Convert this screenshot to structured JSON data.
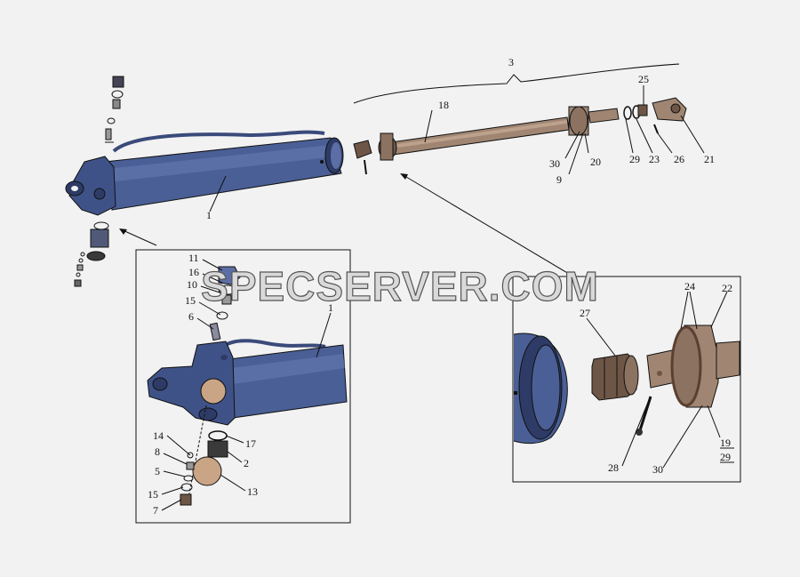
{
  "watermark": "SPECSERVER.COM",
  "colors": {
    "background": "#f2f2f2",
    "cylinder": "#4a5f96",
    "cylinder_dark": "#2e3b66",
    "rod": "#a08672",
    "rod_dark": "#6e5646",
    "plug": "#c9a585",
    "outline": "#111111"
  },
  "labels": {
    "main": {
      "l1": "1",
      "l3": "3",
      "l18": "18",
      "l25": "25",
      "l30": "30",
      "l20": "20",
      "l29": "29",
      "l23": "23",
      "l26": "26",
      "l21": "21",
      "l9": "9"
    },
    "inset_left": {
      "l11": "11",
      "l16": "16",
      "l10": "10",
      "l15a": "15",
      "l6": "6",
      "l1": "1",
      "l14": "14",
      "l8": "8",
      "l5": "5",
      "l15b": "15",
      "l7": "7",
      "l17": "17",
      "l2": "2",
      "l13": "13"
    },
    "inset_right": {
      "l24": "24",
      "l22": "22",
      "l27": "27",
      "l28": "28",
      "l30": "30",
      "l19": "19",
      "l29": "29"
    }
  }
}
